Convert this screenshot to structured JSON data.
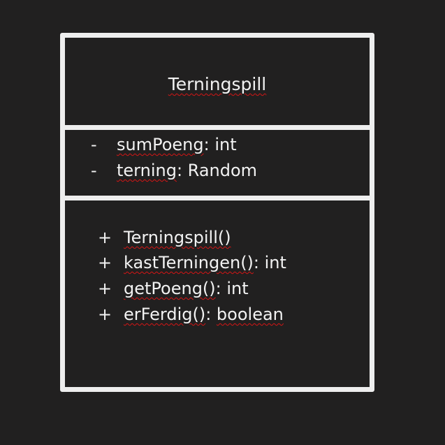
{
  "class_name": "Terningspill",
  "attributes": [
    {
      "visibility": "-",
      "name": "sumPoeng",
      "type_suffix": ": int"
    },
    {
      "visibility": "-",
      "name": "terning",
      "type_suffix": ": Random"
    }
  ],
  "methods": [
    {
      "visibility": "+",
      "name": "Terningspill()",
      "type_suffix": ""
    },
    {
      "visibility": "+",
      "name": "kastTerningen()",
      "type_suffix": ": int"
    },
    {
      "visibility": "+",
      "name": "getPoeng()",
      "type_suffix": ": int"
    },
    {
      "visibility": "+",
      "name": "erFerdig()",
      "type_suffix": ": ",
      "extra": "boolean"
    }
  ],
  "colors": {
    "background": "#212020",
    "box_border": "#eeeeee",
    "text": "#f2f2f2",
    "spellcheck_underline": "#d51515"
  }
}
